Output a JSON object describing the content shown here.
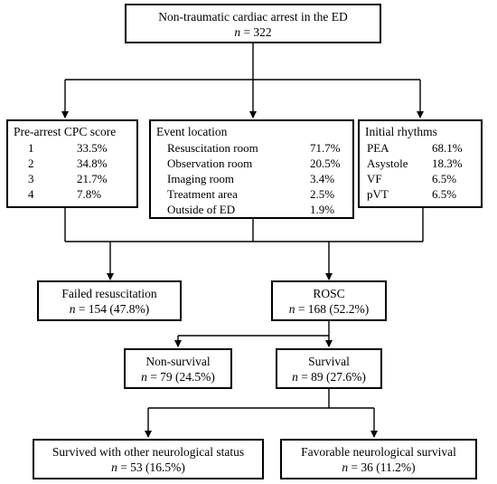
{
  "root": {
    "title": "Non-traumatic cardiac arrest in the ED",
    "n_label": "n",
    "n_value": " = 322"
  },
  "cpc": {
    "title": "Pre-arrest CPC score",
    "rows": [
      {
        "label": "1",
        "value": "33.5%"
      },
      {
        "label": "2",
        "value": "34.8%"
      },
      {
        "label": "3",
        "value": "21.7%"
      },
      {
        "label": "4",
        "value": "7.8%"
      }
    ]
  },
  "location": {
    "title": "Event location",
    "rows": [
      {
        "label": "Resuscitation room",
        "value": "71.7%"
      },
      {
        "label": "Observation room",
        "value": "20.5%"
      },
      {
        "label": "Imaging room",
        "value": "3.4%"
      },
      {
        "label": "Treatment area",
        "value": "2.5%"
      },
      {
        "label": "Outside of ED",
        "value": "1.9%"
      }
    ]
  },
  "rhythm": {
    "title": "Initial rhythms",
    "rows": [
      {
        "label": "PEA",
        "value": "68.1%"
      },
      {
        "label": "Asystole",
        "value": "18.3%"
      },
      {
        "label": "VF",
        "value": "6.5%"
      },
      {
        "label": "pVT",
        "value": "6.5%"
      }
    ]
  },
  "failed": {
    "title": "Failed resuscitation",
    "n_label": "n",
    "n_value": " = 154 (47.8%)"
  },
  "rosc": {
    "title": "ROSC",
    "n_label": "n",
    "n_value": " = 168 (52.2%)"
  },
  "nonsurvival": {
    "title": "Non-survival",
    "n_label": "n",
    "n_value": " = 79 (24.5%)"
  },
  "survival": {
    "title": "Survival",
    "n_label": "n",
    "n_value": " = 89 (27.6%)"
  },
  "other_neuro": {
    "title": "Survived with other neurological status",
    "n_label": "n",
    "n_value": " = 53 (16.5%)"
  },
  "favorable": {
    "title": "Favorable neurological survival",
    "n_label": "n",
    "n_value": " = 36 (11.2%)"
  }
}
